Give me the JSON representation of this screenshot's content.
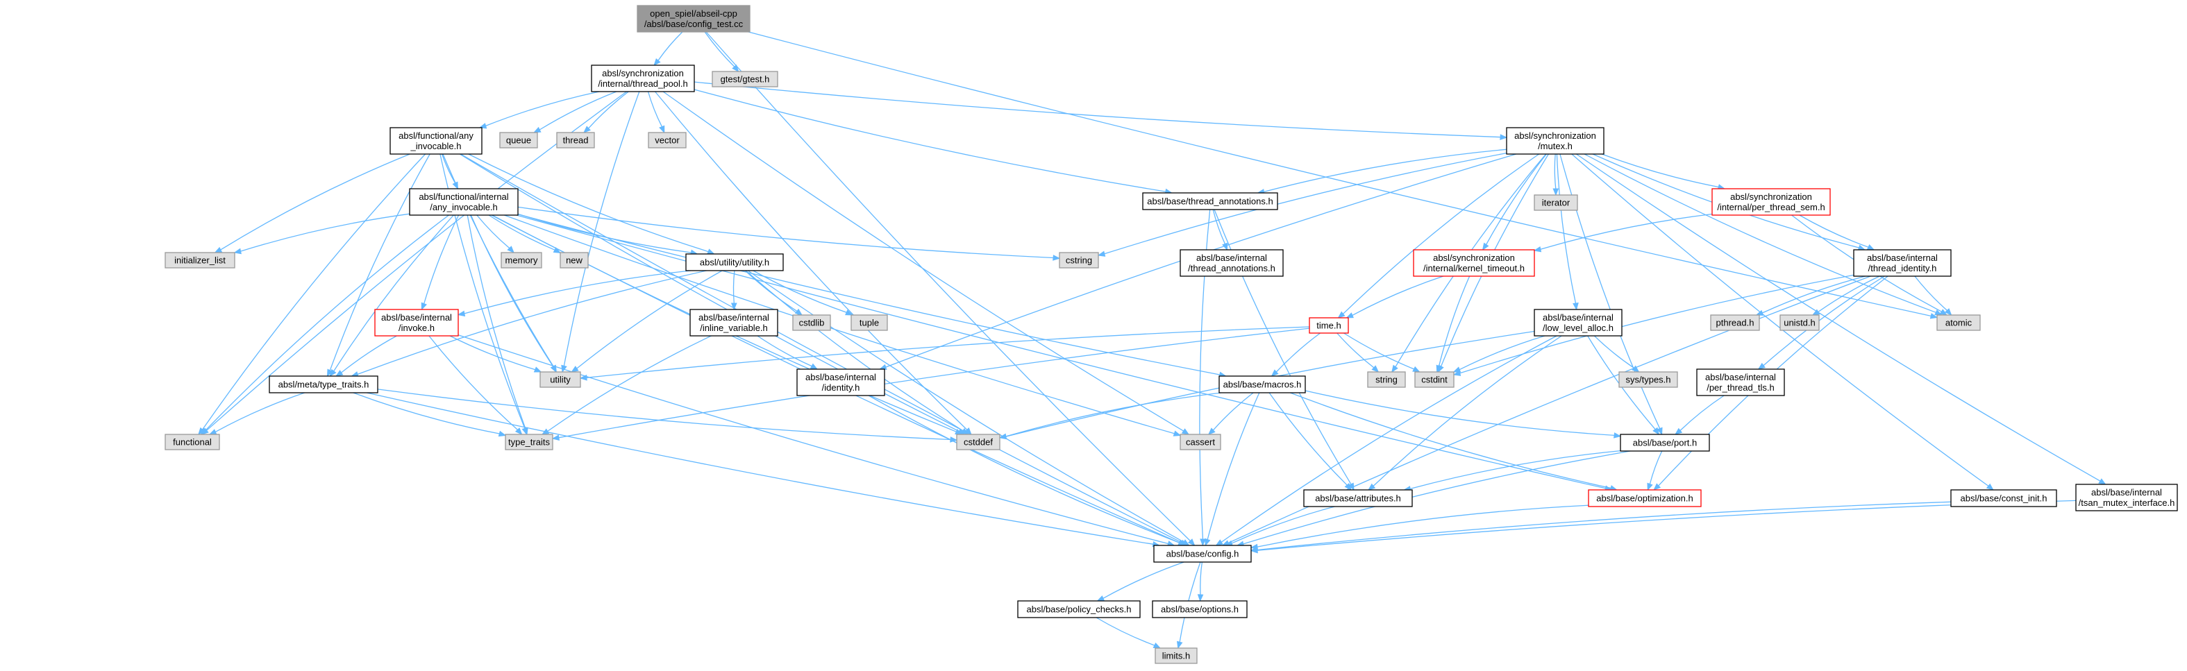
{
  "colors": {
    "edge": "#63b8ff",
    "root_fill": "#999999",
    "header_fill": "#ffffff",
    "system_fill": "#e0e0e0",
    "system_border": "#999999",
    "normal_border": "#000000",
    "truncated_border": "#ff0000"
  },
  "nodes": [
    {
      "id": "config_test",
      "lines": [
        "open_spiel/abseil-cpp",
        "/absl/base/config_test.cc"
      ],
      "kind": "root"
    },
    {
      "id": "thread_pool",
      "lines": [
        "absl/synchronization",
        "/internal/thread_pool.h"
      ],
      "kind": "header"
    },
    {
      "id": "gtest",
      "lines": [
        "gtest/gtest.h"
      ],
      "kind": "system"
    },
    {
      "id": "any_invocable",
      "lines": [
        "absl/functional/any",
        "_invocable.h"
      ],
      "kind": "header"
    },
    {
      "id": "queue",
      "lines": [
        "queue"
      ],
      "kind": "system"
    },
    {
      "id": "thread",
      "lines": [
        "thread"
      ],
      "kind": "system"
    },
    {
      "id": "vector",
      "lines": [
        "vector"
      ],
      "kind": "system"
    },
    {
      "id": "mutex",
      "lines": [
        "absl/synchronization",
        "/mutex.h"
      ],
      "kind": "header"
    },
    {
      "id": "internal_any_invocable",
      "lines": [
        "absl/functional/internal",
        "/any_invocable.h"
      ],
      "kind": "header"
    },
    {
      "id": "thread_annotations",
      "lines": [
        "absl/base/thread_annotations.h"
      ],
      "kind": "header"
    },
    {
      "id": "per_thread_sem",
      "lines": [
        "absl/synchronization",
        "/internal/per_thread_sem.h"
      ],
      "kind": "truncated"
    },
    {
      "id": "iterator",
      "lines": [
        "iterator"
      ],
      "kind": "system"
    },
    {
      "id": "initializer_list",
      "lines": [
        "initializer_list"
      ],
      "kind": "system"
    },
    {
      "id": "memory",
      "lines": [
        "memory"
      ],
      "kind": "system"
    },
    {
      "id": "new",
      "lines": [
        "new"
      ],
      "kind": "system"
    },
    {
      "id": "cstring",
      "lines": [
        "cstring"
      ],
      "kind": "system"
    },
    {
      "id": "internal_thread_annotations",
      "lines": [
        "absl/base/internal",
        "/thread_annotations.h"
      ],
      "kind": "header"
    },
    {
      "id": "kernel_timeout",
      "lines": [
        "absl/synchronization",
        "/internal/kernel_timeout.h"
      ],
      "kind": "truncated"
    },
    {
      "id": "thread_identity",
      "lines": [
        "absl/base/internal",
        "/thread_identity.h"
      ],
      "kind": "header"
    },
    {
      "id": "utility_h",
      "lines": [
        "absl/utility/utility.h"
      ],
      "kind": "header"
    },
    {
      "id": "invoke",
      "lines": [
        "absl/base/internal",
        "/invoke.h"
      ],
      "kind": "truncated"
    },
    {
      "id": "inline_variable",
      "lines": [
        "absl/base/internal",
        "/inline_variable.h"
      ],
      "kind": "header"
    },
    {
      "id": "cstdlib",
      "lines": [
        "cstdlib"
      ],
      "kind": "system"
    },
    {
      "id": "tuple",
      "lines": [
        "tuple"
      ],
      "kind": "system"
    },
    {
      "id": "time_h",
      "lines": [
        "time.h"
      ],
      "kind": "truncated"
    },
    {
      "id": "low_level_alloc",
      "lines": [
        "absl/base/internal",
        "/low_level_alloc.h"
      ],
      "kind": "header"
    },
    {
      "id": "pthread",
      "lines": [
        "pthread.h"
      ],
      "kind": "system"
    },
    {
      "id": "unistd",
      "lines": [
        "unistd.h"
      ],
      "kind": "system"
    },
    {
      "id": "atomic",
      "lines": [
        "atomic"
      ],
      "kind": "system"
    },
    {
      "id": "utility",
      "lines": [
        "utility"
      ],
      "kind": "system"
    },
    {
      "id": "string",
      "lines": [
        "string"
      ],
      "kind": "system"
    },
    {
      "id": "cstdint",
      "lines": [
        "cstdint"
      ],
      "kind": "system"
    },
    {
      "id": "sys_types",
      "lines": [
        "sys/types.h"
      ],
      "kind": "system"
    },
    {
      "id": "type_traits_h",
      "lines": [
        "absl/meta/type_traits.h"
      ],
      "kind": "header"
    },
    {
      "id": "identity",
      "lines": [
        "absl/base/internal",
        "/identity.h"
      ],
      "kind": "header"
    },
    {
      "id": "macros",
      "lines": [
        "absl/base/macros.h"
      ],
      "kind": "header"
    },
    {
      "id": "per_thread_tls",
      "lines": [
        "absl/base/internal",
        "/per_thread_tls.h"
      ],
      "kind": "header"
    },
    {
      "id": "functional",
      "lines": [
        "functional"
      ],
      "kind": "system"
    },
    {
      "id": "type_traits",
      "lines": [
        "type_traits"
      ],
      "kind": "system"
    },
    {
      "id": "cstddef",
      "lines": [
        "cstddef"
      ],
      "kind": "system"
    },
    {
      "id": "cassert",
      "lines": [
        "cassert"
      ],
      "kind": "system"
    },
    {
      "id": "port",
      "lines": [
        "absl/base/port.h"
      ],
      "kind": "header"
    },
    {
      "id": "attributes",
      "lines": [
        "absl/base/attributes.h"
      ],
      "kind": "header"
    },
    {
      "id": "optimization",
      "lines": [
        "absl/base/optimization.h"
      ],
      "kind": "truncated"
    },
    {
      "id": "const_init",
      "lines": [
        "absl/base/const_init.h"
      ],
      "kind": "header"
    },
    {
      "id": "tsan_mutex",
      "lines": [
        "absl/base/internal",
        "/tsan_mutex_interface.h"
      ],
      "kind": "header"
    },
    {
      "id": "config",
      "lines": [
        "absl/base/config.h"
      ],
      "kind": "header"
    },
    {
      "id": "policy_checks",
      "lines": [
        "absl/base/policy_checks.h"
      ],
      "kind": "header"
    },
    {
      "id": "options",
      "lines": [
        "absl/base/options.h"
      ],
      "kind": "header"
    },
    {
      "id": "limits",
      "lines": [
        "limits.h"
      ],
      "kind": "system"
    }
  ],
  "edges": [
    [
      "config_test",
      "thread_pool"
    ],
    [
      "config_test",
      "gtest"
    ],
    [
      "config_test",
      "config"
    ],
    [
      "config_test",
      "atomic"
    ],
    [
      "thread_pool",
      "any_invocable"
    ],
    [
      "thread_pool",
      "queue"
    ],
    [
      "thread_pool",
      "thread"
    ],
    [
      "thread_pool",
      "vector"
    ],
    [
      "thread_pool",
      "mutex"
    ],
    [
      "thread_pool",
      "thread_annotations"
    ],
    [
      "thread_pool",
      "functional"
    ],
    [
      "thread_pool",
      "utility"
    ],
    [
      "thread_pool",
      "cstddef"
    ],
    [
      "thread_pool",
      "cassert"
    ],
    [
      "any_invocable",
      "internal_any_invocable"
    ],
    [
      "any_invocable",
      "utility_h"
    ],
    [
      "any_invocable",
      "type_traits_h"
    ],
    [
      "any_invocable",
      "initializer_list"
    ],
    [
      "any_invocable",
      "config"
    ],
    [
      "any_invocable",
      "utility"
    ],
    [
      "any_invocable",
      "type_traits"
    ],
    [
      "any_invocable",
      "cstddef"
    ],
    [
      "any_invocable",
      "functional"
    ],
    [
      "internal_any_invocable",
      "invoke"
    ],
    [
      "internal_any_invocable",
      "utility_h"
    ],
    [
      "internal_any_invocable",
      "type_traits_h"
    ],
    [
      "internal_any_invocable",
      "macros"
    ],
    [
      "internal_any_invocable",
      "optimization"
    ],
    [
      "internal_any_invocable",
      "config"
    ],
    [
      "internal_any_invocable",
      "memory"
    ],
    [
      "internal_any_invocable",
      "new"
    ],
    [
      "internal_any_invocable",
      "cstring"
    ],
    [
      "internal_any_invocable",
      "initializer_list"
    ],
    [
      "internal_any_invocable",
      "utility"
    ],
    [
      "internal_any_invocable",
      "type_traits"
    ],
    [
      "internal_any_invocable",
      "cstddef"
    ],
    [
      "internal_any_invocable",
      "cassert"
    ],
    [
      "internal_any_invocable",
      "functional"
    ],
    [
      "mutex",
      "thread_annotations"
    ],
    [
      "mutex",
      "per_thread_sem"
    ],
    [
      "mutex",
      "kernel_timeout"
    ],
    [
      "mutex",
      "thread_identity"
    ],
    [
      "mutex",
      "low_level_alloc"
    ],
    [
      "mutex",
      "time_h"
    ],
    [
      "mutex",
      "identity"
    ],
    [
      "mutex",
      "iterator"
    ],
    [
      "mutex",
      "cstring"
    ],
    [
      "mutex",
      "string"
    ],
    [
      "mutex",
      "cstdint"
    ],
    [
      "mutex",
      "atomic"
    ],
    [
      "mutex",
      "port"
    ],
    [
      "mutex",
      "const_init"
    ],
    [
      "mutex",
      "tsan_mutex"
    ],
    [
      "thread_annotations",
      "internal_thread_annotations"
    ],
    [
      "thread_annotations",
      "attributes"
    ],
    [
      "thread_annotations",
      "config"
    ],
    [
      "per_thread_sem",
      "kernel_timeout"
    ],
    [
      "per_thread_sem",
      "thread_identity"
    ],
    [
      "per_thread_sem",
      "atomic"
    ],
    [
      "kernel_timeout",
      "time_h"
    ],
    [
      "kernel_timeout",
      "cstdint"
    ],
    [
      "thread_identity",
      "pthread"
    ],
    [
      "thread_identity",
      "unistd"
    ],
    [
      "thread_identity",
      "atomic"
    ],
    [
      "thread_identity",
      "cstdint"
    ],
    [
      "thread_identity",
      "per_thread_tls"
    ],
    [
      "thread_identity",
      "optimization"
    ],
    [
      "thread_identity",
      "config"
    ],
    [
      "utility_h",
      "invoke"
    ],
    [
      "utility_h",
      "inline_variable"
    ],
    [
      "utility_h",
      "type_traits_h"
    ],
    [
      "utility_h",
      "cstdlib"
    ],
    [
      "utility_h",
      "tuple"
    ],
    [
      "utility_h",
      "utility"
    ],
    [
      "utility_h",
      "cstddef"
    ],
    [
      "utility_h",
      "config"
    ],
    [
      "invoke",
      "type_traits_h"
    ],
    [
      "invoke",
      "utility"
    ],
    [
      "invoke",
      "type_traits"
    ],
    [
      "invoke",
      "config"
    ],
    [
      "inline_variable",
      "identity"
    ],
    [
      "inline_variable",
      "type_traits"
    ],
    [
      "time_h",
      "macros"
    ],
    [
      "time_h",
      "string"
    ],
    [
      "time_h",
      "cstdint"
    ],
    [
      "time_h",
      "utility"
    ],
    [
      "time_h",
      "type_traits"
    ],
    [
      "low_level_alloc",
      "sys_types"
    ],
    [
      "low_level_alloc",
      "cstdint"
    ],
    [
      "low_level_alloc",
      "port"
    ],
    [
      "low_level_alloc",
      "attributes"
    ],
    [
      "low_level_alloc",
      "config"
    ],
    [
      "low_level_alloc",
      "cstddef"
    ],
    [
      "type_traits_h",
      "functional"
    ],
    [
      "type_traits_h",
      "type_traits"
    ],
    [
      "type_traits_h",
      "cstddef"
    ],
    [
      "type_traits_h",
      "config"
    ],
    [
      "identity",
      "config"
    ],
    [
      "macros",
      "cassert"
    ],
    [
      "macros",
      "cstddef"
    ],
    [
      "macros",
      "attributes"
    ],
    [
      "macros",
      "optimization"
    ],
    [
      "macros",
      "port"
    ],
    [
      "macros",
      "config"
    ],
    [
      "per_thread_tls",
      "port"
    ],
    [
      "port",
      "attributes"
    ],
    [
      "port",
      "optimization"
    ],
    [
      "port",
      "config"
    ],
    [
      "attributes",
      "config"
    ],
    [
      "optimization",
      "config"
    ],
    [
      "const_init",
      "config"
    ],
    [
      "tsan_mutex",
      "config"
    ],
    [
      "config",
      "policy_checks"
    ],
    [
      "config",
      "options"
    ],
    [
      "config",
      "limits"
    ],
    [
      "policy_checks",
      "limits"
    ]
  ]
}
